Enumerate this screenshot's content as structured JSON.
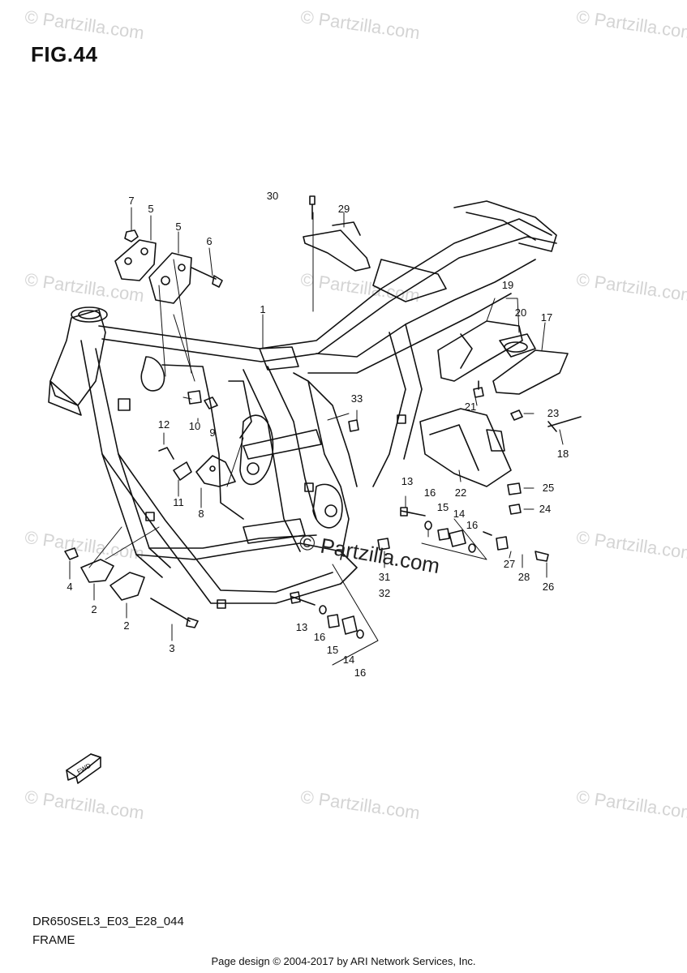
{
  "figure": {
    "title": "FIG.44",
    "model_code": "DR650SEL3_E03_E28_044",
    "section_name": "FRAME",
    "footer": "Page design © 2004-2017 by ARI Network Services, Inc.",
    "watermark": "© Partzilla.com",
    "fwd_label": "FWD"
  },
  "callouts": [
    {
      "id": "c1",
      "label": "1"
    },
    {
      "id": "c2a",
      "label": "2"
    },
    {
      "id": "c2b",
      "label": "2"
    },
    {
      "id": "c3",
      "label": "3"
    },
    {
      "id": "c4",
      "label": "4"
    },
    {
      "id": "c5a",
      "label": "5"
    },
    {
      "id": "c5b",
      "label": "5"
    },
    {
      "id": "c6",
      "label": "6"
    },
    {
      "id": "c7",
      "label": "7"
    },
    {
      "id": "c8",
      "label": "8"
    },
    {
      "id": "c9",
      "label": "9"
    },
    {
      "id": "c10",
      "label": "10"
    },
    {
      "id": "c11",
      "label": "11"
    },
    {
      "id": "c12",
      "label": "12"
    },
    {
      "id": "c13a",
      "label": "13"
    },
    {
      "id": "c13b",
      "label": "13"
    },
    {
      "id": "c14a",
      "label": "14"
    },
    {
      "id": "c14b",
      "label": "14"
    },
    {
      "id": "c15a",
      "label": "15"
    },
    {
      "id": "c15b",
      "label": "15"
    },
    {
      "id": "c16a",
      "label": "16"
    },
    {
      "id": "c16b",
      "label": "16"
    },
    {
      "id": "c16c",
      "label": "16"
    },
    {
      "id": "c16d",
      "label": "16"
    },
    {
      "id": "c17",
      "label": "17"
    },
    {
      "id": "c18",
      "label": "18"
    },
    {
      "id": "c19",
      "label": "19"
    },
    {
      "id": "c20",
      "label": "20"
    },
    {
      "id": "c21",
      "label": "21"
    },
    {
      "id": "c22",
      "label": "22"
    },
    {
      "id": "c23",
      "label": "23"
    },
    {
      "id": "c24",
      "label": "24"
    },
    {
      "id": "c25",
      "label": "25"
    },
    {
      "id": "c26",
      "label": "26"
    },
    {
      "id": "c27",
      "label": "27"
    },
    {
      "id": "c28",
      "label": "28"
    },
    {
      "id": "c29",
      "label": "29"
    },
    {
      "id": "c30",
      "label": "30"
    },
    {
      "id": "c31",
      "label": "31"
    },
    {
      "id": "c32",
      "label": "32"
    },
    {
      "id": "c33",
      "label": "33"
    }
  ]
}
